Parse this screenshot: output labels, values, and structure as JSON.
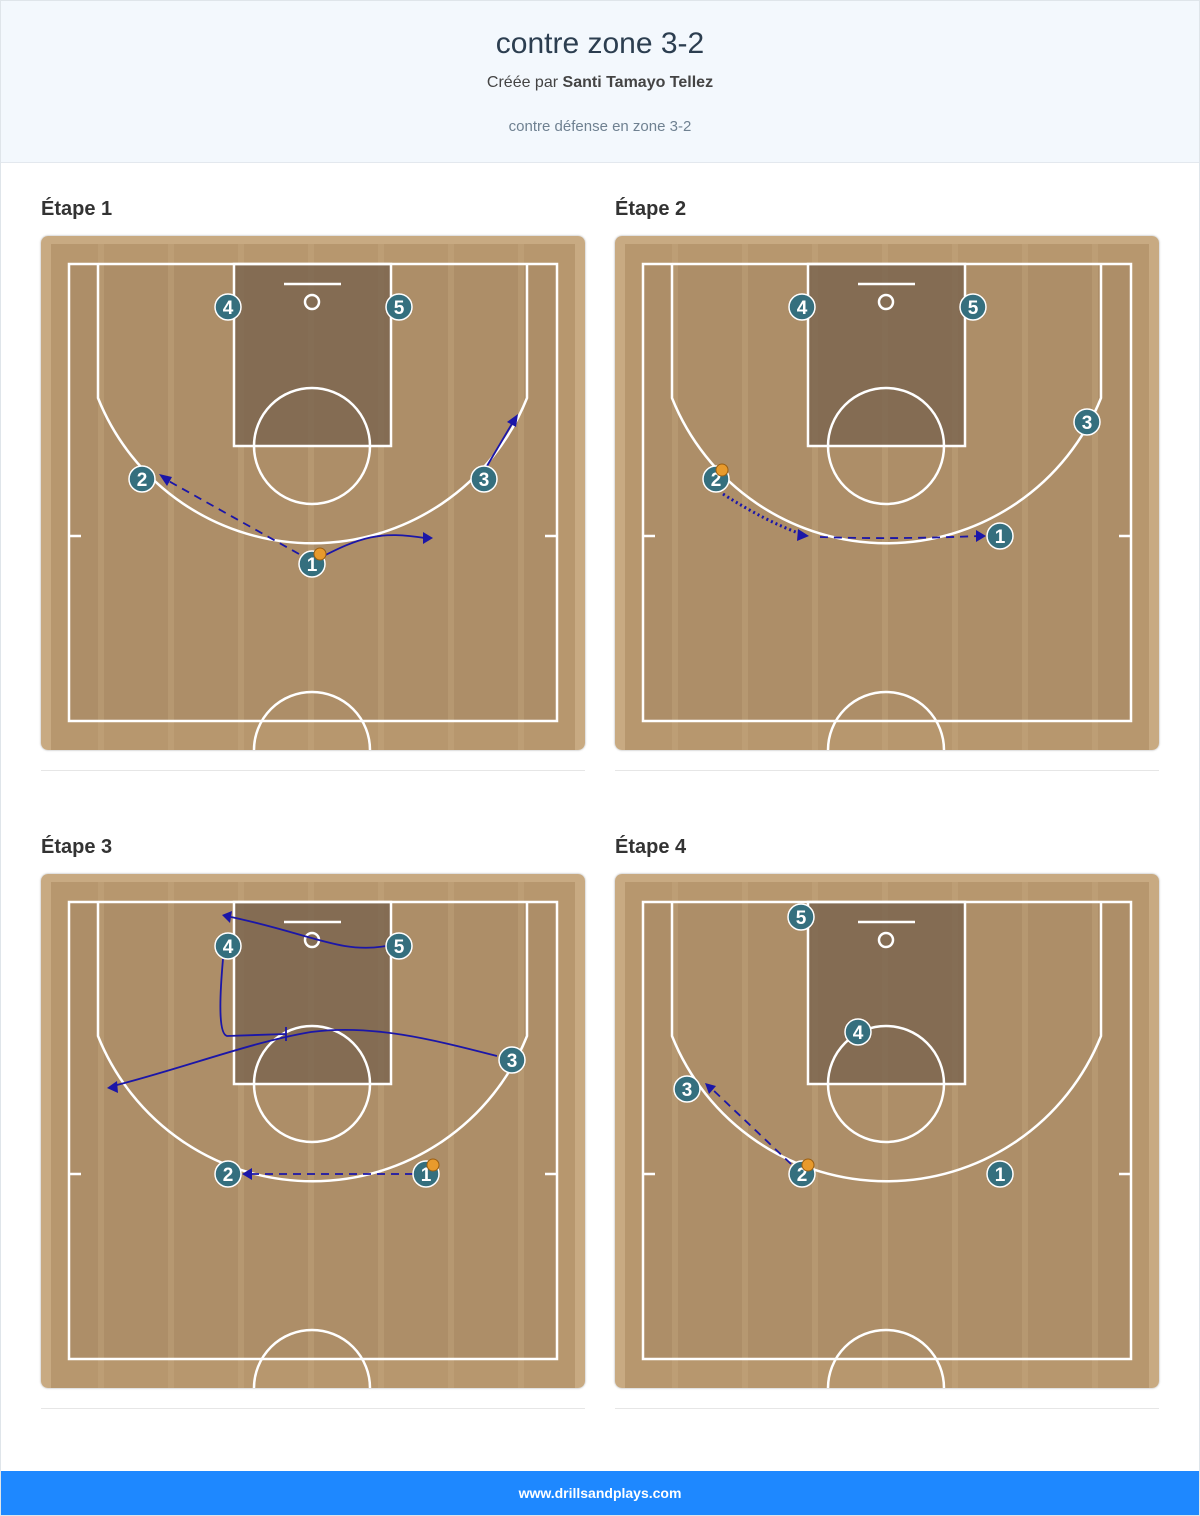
{
  "header": {
    "title": "contre zone 3-2",
    "author_prefix": "Créée par",
    "author_name": "Santi Tamayo Tellez",
    "description": "contre défense en zone 3-2"
  },
  "colors": {
    "header_bg": "#f3f8fd",
    "footer_bg": "#1e88ff",
    "court_wood": "#b9986f",
    "paint": "#7c6650",
    "player_fill": "#356f7e",
    "action_line": "#1b16a8",
    "ball": "#e89a2c"
  },
  "steps": [
    {
      "label": "Étape 1",
      "players": [
        {
          "id": "1",
          "label": "1",
          "has_ball": true
        },
        {
          "id": "2",
          "label": "2",
          "has_ball": false
        },
        {
          "id": "3",
          "label": "3",
          "has_ball": false
        },
        {
          "id": "4",
          "label": "4",
          "has_ball": false
        },
        {
          "id": "5",
          "label": "5",
          "has_ball": false
        }
      ],
      "actions": [
        "pass 1→2",
        "dribble 1",
        "cut 3"
      ]
    },
    {
      "label": "Étape 2",
      "players": [
        {
          "id": "1",
          "label": "1",
          "has_ball": false
        },
        {
          "id": "2",
          "label": "2",
          "has_ball": true
        },
        {
          "id": "3",
          "label": "3",
          "has_ball": false
        },
        {
          "id": "4",
          "label": "4",
          "has_ball": false
        },
        {
          "id": "5",
          "label": "5",
          "has_ball": false
        }
      ],
      "actions": [
        "dribble 2",
        "pass 2→1"
      ]
    },
    {
      "label": "Étape 3",
      "players": [
        {
          "id": "1",
          "label": "1",
          "has_ball": true
        },
        {
          "id": "2",
          "label": "2",
          "has_ball": false
        },
        {
          "id": "3",
          "label": "3",
          "has_ball": false
        },
        {
          "id": "4",
          "label": "4",
          "has_ball": false
        },
        {
          "id": "5",
          "label": "5",
          "has_ball": false
        }
      ],
      "actions": [
        "pass 1→2",
        "cut 3",
        "cut 5",
        "screen 4"
      ]
    },
    {
      "label": "Étape 4",
      "players": [
        {
          "id": "1",
          "label": "1",
          "has_ball": false
        },
        {
          "id": "2",
          "label": "2",
          "has_ball": true
        },
        {
          "id": "3",
          "label": "3",
          "has_ball": false
        },
        {
          "id": "4",
          "label": "4",
          "has_ball": false
        },
        {
          "id": "5",
          "label": "5",
          "has_ball": false
        }
      ],
      "actions": [
        "pass 2→3"
      ]
    }
  ],
  "footer": {
    "site": "www.drillsandplays.com"
  }
}
